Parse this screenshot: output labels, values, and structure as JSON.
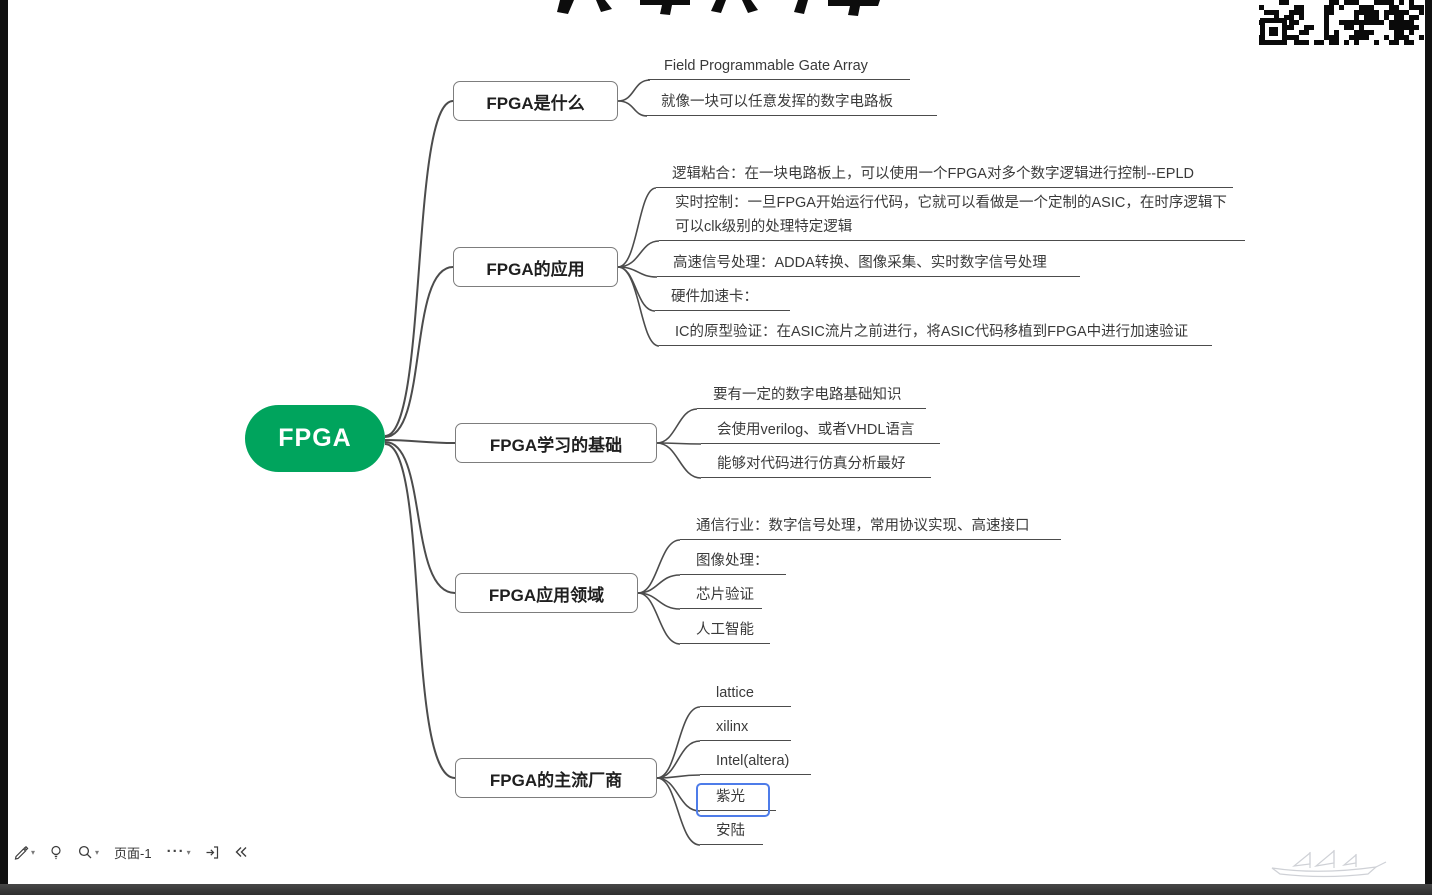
{
  "mindmap": {
    "root": "FPGA",
    "colors": {
      "root_fill": "#00a45d",
      "selection": "#4e7ce9",
      "line": "#4c4c4c"
    },
    "branches": [
      {
        "label": "FPGA是什么",
        "leaves": [
          "Field Programmable Gate Array",
          "就像一块可以任意发挥的数字电路板"
        ]
      },
      {
        "label": "FPGA的应用",
        "leaves": [
          "逻辑粘合：在一块电路板上，可以使用一个FPGA对多个数字逻辑进行控制--EPLD",
          "实时控制：一旦FPGA开始运行代码，它就可以看做是一个定制的ASIC，在时序逻辑下可以clk级别的处理特定逻辑",
          "高速信号处理：ADDA转换、图像采集、实时数字信号处理",
          "硬件加速卡：",
          "IC的原型验证：在ASIC流片之前进行，将ASIC代码移植到FPGA中进行加速验证"
        ]
      },
      {
        "label": "FPGA学习的基础",
        "leaves": [
          "要有一定的数字电路基础知识",
          "会使用verilog、或者VHDL语言",
          "能够对代码进行仿真分析最好"
        ]
      },
      {
        "label": "FPGA应用领域",
        "leaves": [
          "通信行业：数字信号处理，常用协议实现、高速接口",
          "图像处理：",
          "芯片验证",
          "人工智能"
        ]
      },
      {
        "label": "FPGA的主流厂商",
        "leaves": [
          "lattice",
          "xilinx",
          "Intel(altera)",
          "紫光",
          "安陆"
        ]
      }
    ],
    "selected_leaf": "紫光"
  },
  "statusbar": {
    "page_label": "页面-1",
    "more_label": "···"
  }
}
